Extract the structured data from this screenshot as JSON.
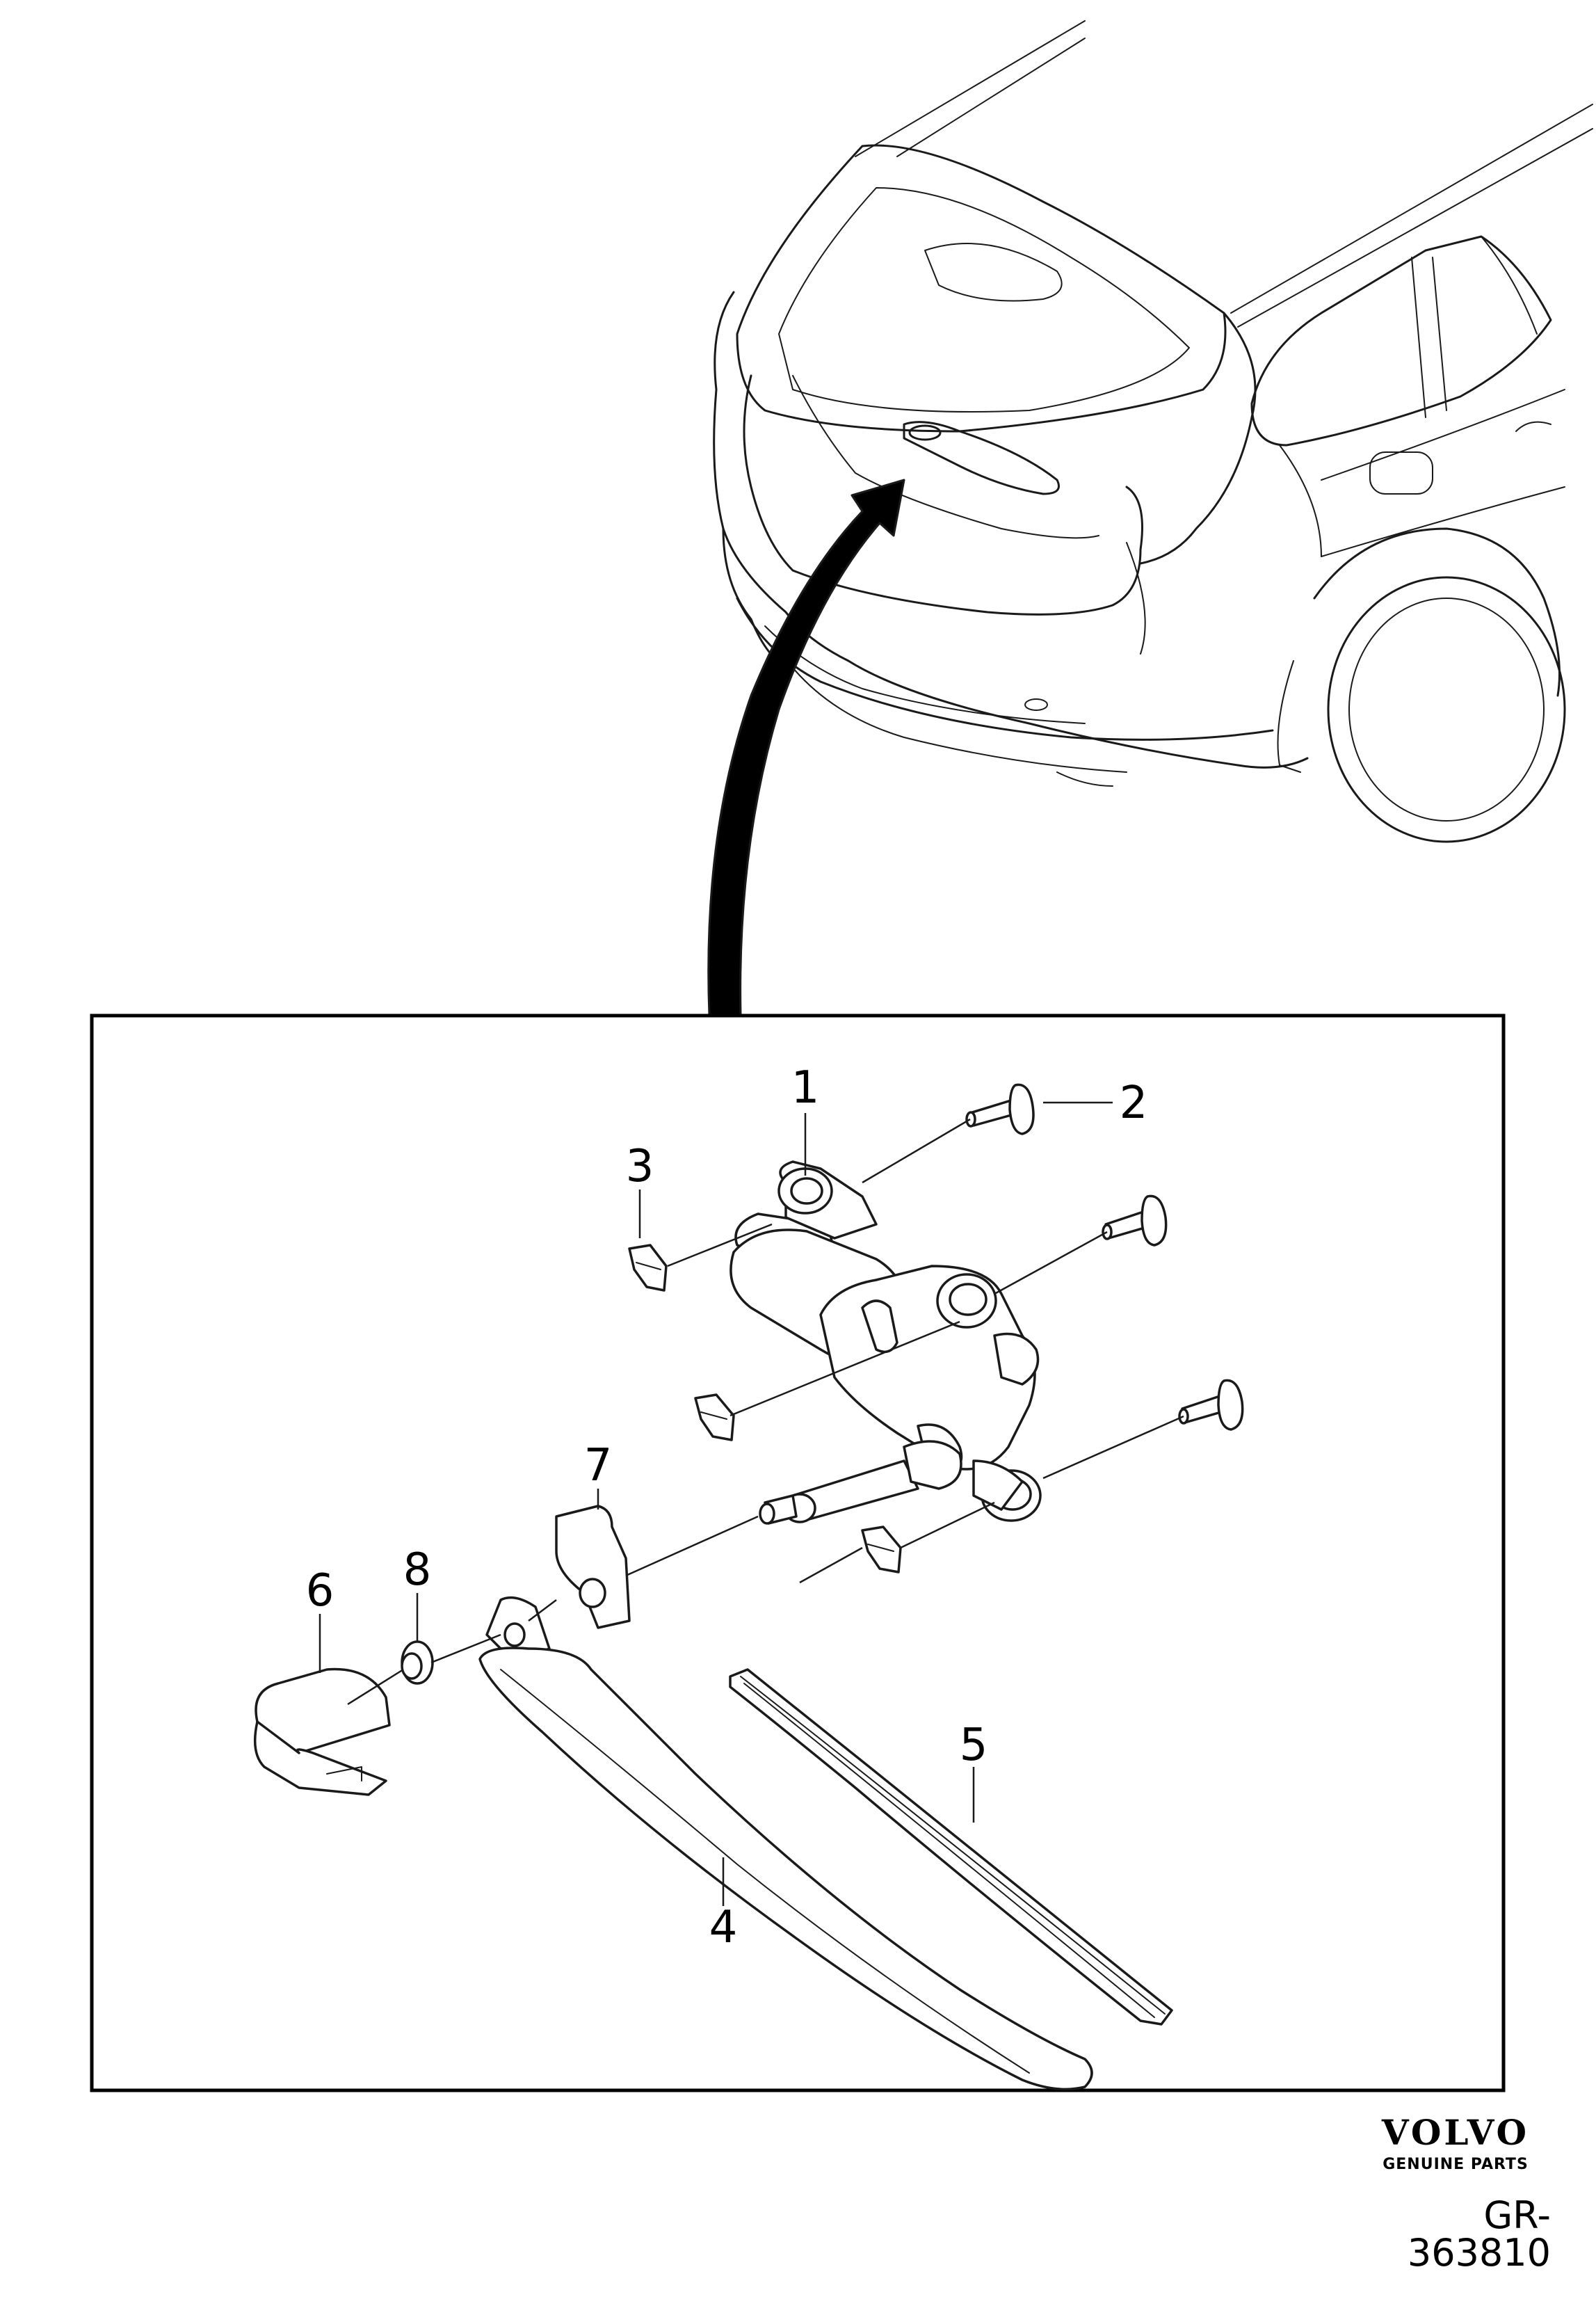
{
  "callouts": {
    "c1": "1",
    "c2": "2",
    "c3": "3",
    "c4": "4",
    "c5": "5",
    "c6": "6",
    "c7": "7",
    "c8": "8"
  },
  "brand": {
    "name": "VOLVO",
    "subtitle": "GENUINE PARTS"
  },
  "diagram_ref": "GR-363810"
}
